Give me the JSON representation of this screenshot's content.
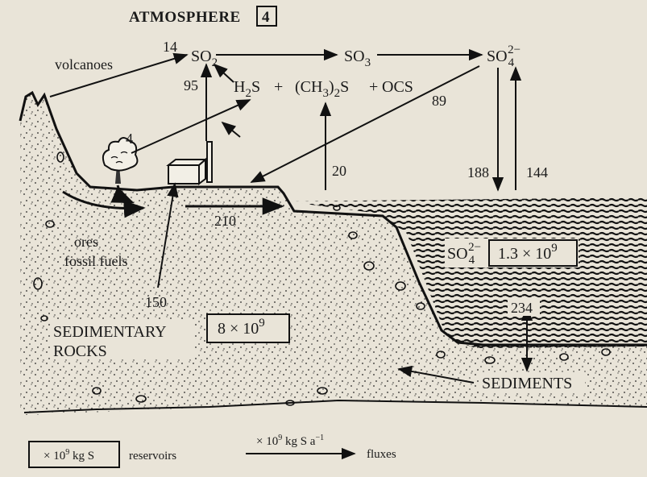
{
  "atmosphere": {
    "label": "ATMOSPHERE",
    "box_number": "4"
  },
  "species": {
    "so2": {
      "base": "SO",
      "sub": "2"
    },
    "so3": {
      "base": "SO",
      "sub": "3"
    },
    "so4_air": {
      "base": "SO",
      "sub": "4",
      "sup": "2−"
    },
    "h2s": {
      "base": "H",
      "sub": "2",
      "tail": "S"
    },
    "plus1": "+",
    "dms": {
      "pre": "(CH",
      "sub": "3",
      "mid": ")",
      "sub2": "2",
      "tail": "S"
    },
    "plus2": "+",
    "ocs": "OCS",
    "so4_ocean": {
      "base": "SO",
      "sub": "4",
      "sup": "2−"
    }
  },
  "sources": {
    "volcanoes": "volcanoes",
    "ores": "ores",
    "fossil_fuels": "fossil fuels"
  },
  "fluxes": {
    "volcano_so2": "14",
    "h2s_so2": "95",
    "so4_deposition": "89",
    "plant_emission": "4",
    "ocean_emission": "20",
    "river_runoff": "210",
    "ocean_to_air": "144",
    "air_to_ocean": "188",
    "mining": "150",
    "sedimentation": "234"
  },
  "reservoirs": {
    "ocean_value": {
      "base": "1.3 × 10",
      "exp": "9"
    },
    "rocks_label_1": "SEDIMENTARY",
    "rocks_label_2": "ROCKS",
    "rocks_value": {
      "base": "8 × 10",
      "exp": "9"
    },
    "sediments_label": "SEDIMENTS"
  },
  "legend": {
    "reservoir_unit": {
      "pre": "× 10",
      "exp": "9",
      "post": " kg S"
    },
    "reservoir_label": "reservoirs",
    "flux_unit": {
      "pre": "× 10",
      "exp": "9",
      "post": " kg S a",
      "exp2": "−1"
    },
    "flux_label": "fluxes"
  }
}
